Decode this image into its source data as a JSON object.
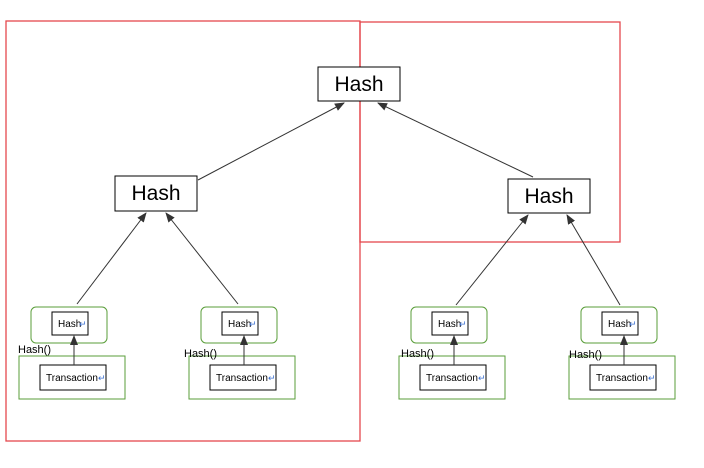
{
  "nodes": {
    "root": {
      "label": "Hash"
    },
    "left_hash": {
      "label": "Hash"
    },
    "right_hash": {
      "label": "Hash"
    },
    "leaf_hashes": [
      {
        "label": "Hash",
        "mark": "↵"
      },
      {
        "label": "Hash",
        "mark": "↵"
      },
      {
        "label": "Hash",
        "mark": "↵"
      },
      {
        "label": "Hash",
        "mark": "↵"
      }
    ],
    "transactions": [
      {
        "label": "Transaction",
        "mark": "↵"
      },
      {
        "label": "Transaction",
        "mark": "↵"
      },
      {
        "label": "Transaction",
        "mark": "↵"
      },
      {
        "label": "Transaction",
        "mark": "↵"
      }
    ]
  },
  "edge_labels": [
    "Hash()",
    "Hash()",
    "Hash()",
    "Hash()"
  ],
  "colors": {
    "region_outline": "#e5484d",
    "leaf_group_outline": "#5a9e3a",
    "box_outline": "#000000",
    "arrow": "#333333",
    "mark": "#3b6fd0"
  }
}
